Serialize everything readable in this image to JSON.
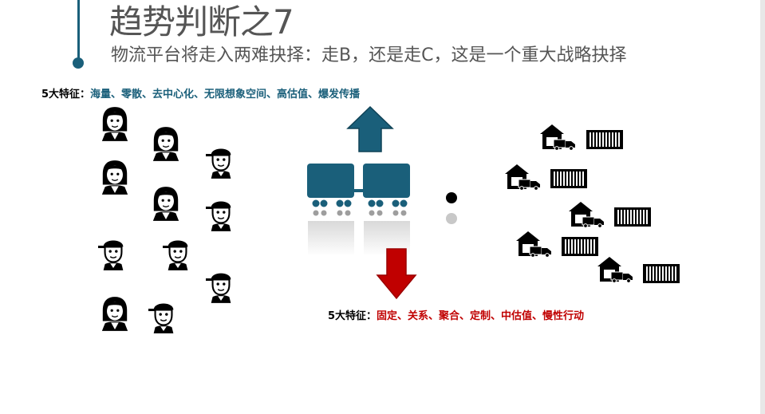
{
  "header": {
    "title": "趋势判断之7",
    "subtitle": "物流平台将走入两难抉择：走B，还是走C，这是一个重大战略抉择"
  },
  "features_top": {
    "label": "5大特征：",
    "text": "海量、零散、去中心化、无限想象空间、高估值、爆发传播"
  },
  "features_bottom": {
    "label": "5大特征：",
    "text": "固定、关系、聚合、定制、中估值、慢性行动"
  },
  "colors": {
    "accent": "#1a5f7a",
    "up_arrow": "#1a5f7a",
    "down_arrow": "#c00000",
    "text_gray": "#555555"
  },
  "icons": {
    "woman": "woman-person-icon",
    "man": "man-cap-person-icon",
    "warehouse": "warehouse-truck-icon",
    "container": "shipping-container-icon",
    "train": "freight-train-icon"
  }
}
